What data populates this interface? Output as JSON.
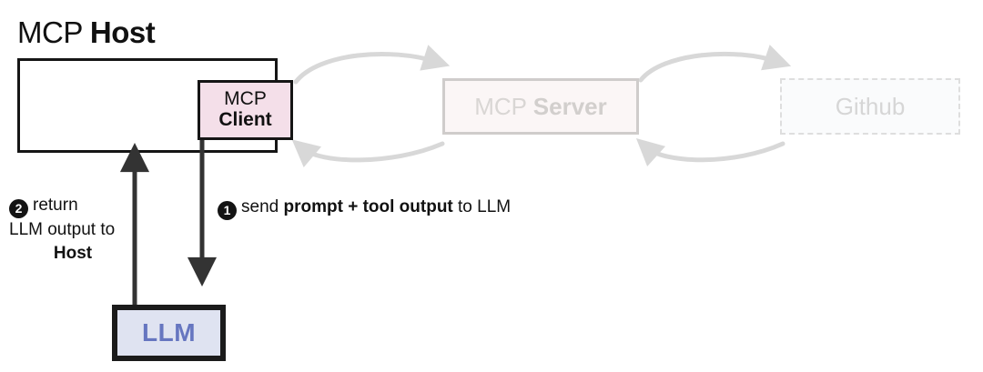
{
  "diagram": {
    "title_regular": "MCP ",
    "title_bold": "Host"
  },
  "nodes": {
    "host": {
      "name": "MCP Host",
      "style": "solid-black-outline"
    },
    "client": {
      "line1": "MCP",
      "line2": "Client",
      "fill": "#f4dfe9",
      "border": "#151515"
    },
    "server": {
      "text_regular": "MCP ",
      "text_bold": "Server",
      "fill": "#fbf6f6",
      "border": "#cfcccb",
      "state": "faded"
    },
    "github": {
      "text": "Github",
      "fill": "#fafbfc",
      "border": "#dedede",
      "border_style": "dashed",
      "state": "faded"
    },
    "llm": {
      "text": "LLM",
      "fill": "#dfe3f1",
      "border": "#1b1b1b",
      "text_color": "#6676c0"
    }
  },
  "annotations": {
    "step1": {
      "badge": "1",
      "part_a": "send ",
      "part_b": "prompt + tool output",
      "part_c": " to LLM"
    },
    "step2": {
      "badge": "2",
      "line1": "return",
      "line2": "LLM output to",
      "line3": "Host"
    }
  },
  "connectors": {
    "client_to_server_out": "curved-arrow-right",
    "server_to_client_in": "curved-arrow-left",
    "server_to_github_out": "curved-arrow-right",
    "github_to_server_in": "curved-arrow-left",
    "client_to_llm": "straight-arrow-down",
    "llm_to_host": "straight-arrow-up",
    "faded_color": "#d8d8d8",
    "solid_color": "#333333"
  }
}
